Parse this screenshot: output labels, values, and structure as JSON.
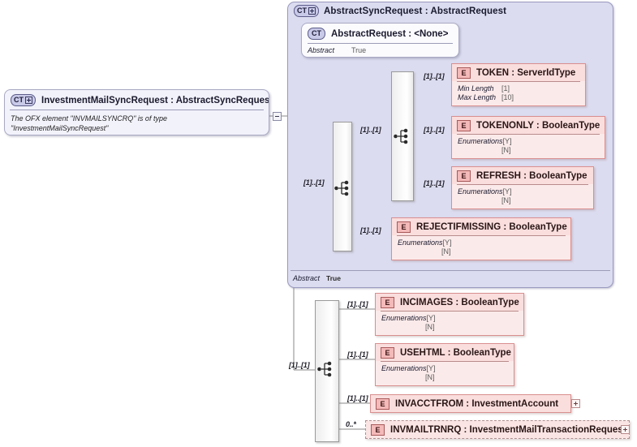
{
  "diagram": {
    "type": "xsd-schema-diagram",
    "root_element": {
      "badge": "CT",
      "toggle": "minus",
      "title": "InvestmentMailSyncRequest : AbstractSyncRequest",
      "documentation_line1": "The OFX element \"INVMAILSYNCRQ\" is of type",
      "documentation_line2": "\"InvestmentMailSyncRequest\""
    },
    "group": {
      "badge": "CT",
      "toggle": "plus",
      "title": "AbstractSyncRequest : AbstractRequest",
      "abstract_key": "Abstract",
      "abstract_value": "True"
    },
    "base_type_card": {
      "badge": "CT",
      "title": "AbstractRequest : <None>",
      "abstract_key": "Abstract",
      "abstract_value": "True"
    },
    "sequence_icon_name": "sequence-connector-icon",
    "elements": [
      {
        "id": "token",
        "badge": "E",
        "name": "TOKEN",
        "type": "ServerIdType",
        "title": "TOKEN  : ServerIdType",
        "cardinality": "[1]..[1]",
        "props": [
          {
            "key": "Min Length",
            "value": "[1]"
          },
          {
            "key": "Max Length",
            "value": "[10]"
          }
        ]
      },
      {
        "id": "tokenonly",
        "badge": "E",
        "name": "TOKENONLY",
        "type": "BooleanType",
        "title": "TOKENONLY : BooleanType",
        "cardinality": "[1]..[1]",
        "props": [
          {
            "key": "Enumerations",
            "value": "[Y]"
          },
          {
            "key": "",
            "value": "[N]"
          }
        ]
      },
      {
        "id": "refresh",
        "badge": "E",
        "name": "REFRESH",
        "type": "BooleanType",
        "title": "REFRESH : BooleanType",
        "cardinality": "[1]..[1]",
        "props": [
          {
            "key": "Enumerations",
            "value": "[Y]"
          },
          {
            "key": "",
            "value": "[N]"
          }
        ]
      },
      {
        "id": "rejectifmissing",
        "badge": "E",
        "name": "REJECTIFMISSING",
        "type": "BooleanType",
        "title": "REJECTIFMISSING : BooleanType",
        "cardinality": "[1]..[1]",
        "props": [
          {
            "key": "Enumerations",
            "value": "[Y]"
          },
          {
            "key": "",
            "value": "[N]"
          }
        ]
      },
      {
        "id": "incimages",
        "badge": "E",
        "name": "INCIMAGES",
        "type": "BooleanType",
        "title": "INCIMAGES : BooleanType",
        "cardinality": "[1]..[1]",
        "props": [
          {
            "key": "Enumerations",
            "value": "[Y]"
          },
          {
            "key": "",
            "value": "[N]"
          }
        ]
      },
      {
        "id": "usehtml",
        "badge": "E",
        "name": "USEHTML",
        "type": "BooleanType",
        "title": "USEHTML : BooleanType",
        "cardinality": "[1]..[1]",
        "props": [
          {
            "key": "Enumerations",
            "value": "[Y]"
          },
          {
            "key": "",
            "value": "[N]"
          }
        ]
      },
      {
        "id": "invacctfrom",
        "badge": "E",
        "name": "INVACCTFROM",
        "type": "InvestmentAccount",
        "title": "INVACCTFROM : InvestmentAccount",
        "cardinality": "[1]..[1]",
        "toggle": "plus",
        "props": []
      },
      {
        "id": "invmailtrnrq",
        "badge": "E",
        "name": "INVMAILTRNRQ",
        "type": "InvestmentMailTransactionRequest",
        "title": "INVMAILTRNRQ : InvestmentMailTransactionRequest",
        "cardinality": "0..*",
        "toggle": "plus",
        "optional": true,
        "props": []
      }
    ],
    "branch_cardinalities": {
      "outer_left": "[1]..[1]",
      "inner_left": "[1]..[1]",
      "lower_root": "[1]..[1]"
    },
    "colors": {
      "group_fill": "#dcdcf0",
      "group_stroke": "#9a9ac0",
      "element_fill": "#fbe9e9",
      "element_stroke": "#d98f8f",
      "ct_badge_fill": "#c9c9e8",
      "e_badge_fill": "#f4b9b9",
      "wire": "#8a8a8a"
    }
  }
}
